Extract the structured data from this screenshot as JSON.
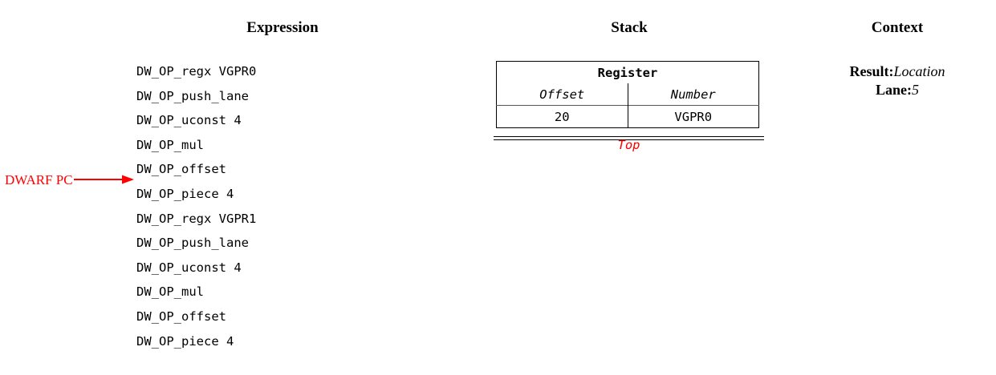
{
  "headings": {
    "expression": "Expression",
    "stack": "Stack",
    "context": "Context"
  },
  "expression": {
    "lines": [
      "DW_OP_regx VGPR0",
      "DW_OP_push_lane",
      "DW_OP_uconst 4",
      "DW_OP_mul",
      "DW_OP_offset",
      "DW_OP_piece 4",
      "DW_OP_regx VGPR1",
      "DW_OP_push_lane",
      "DW_OP_uconst 4",
      "DW_OP_mul",
      "DW_OP_offset",
      "DW_OP_piece 4"
    ]
  },
  "marker": {
    "label": "DWARF PC",
    "color": "#ff0000",
    "points_to_line_index": 5
  },
  "stack": {
    "group_header": "Register",
    "column_headers": [
      "Offset",
      "Number"
    ],
    "rows": [
      {
        "offset": "20",
        "number": "VGPR0",
        "offset_color": "#ff0000"
      }
    ],
    "base_caption": "Top",
    "base_caption_color": "#ff0000"
  },
  "context": {
    "entries": [
      {
        "key": "Result:",
        "value": "Location"
      },
      {
        "key": "Lane:",
        "value": "5"
      }
    ]
  }
}
